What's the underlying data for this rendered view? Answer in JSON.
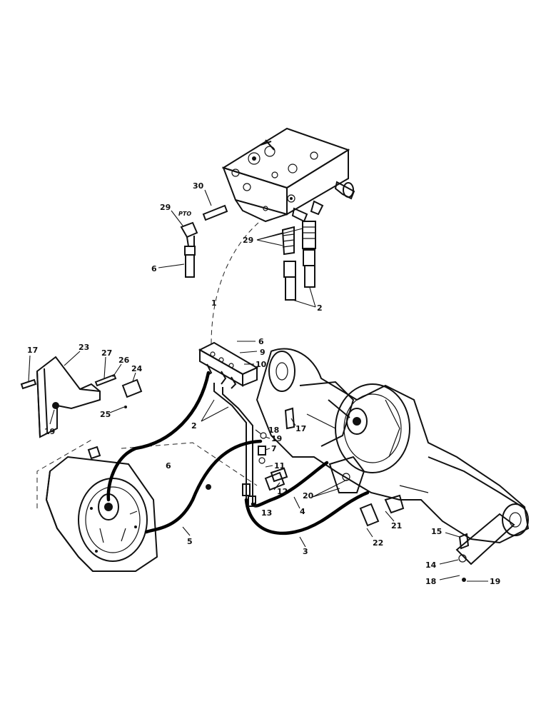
{
  "callouts": [
    {
      "id": "c30",
      "text": "30"
    },
    {
      "id": "c29a",
      "text": "29"
    },
    {
      "id": "cpto",
      "text": "PTO"
    },
    {
      "id": "c6a",
      "text": "6"
    },
    {
      "id": "c29b",
      "text": "29"
    },
    {
      "id": "c2a",
      "text": "2"
    },
    {
      "id": "c1",
      "text": "1"
    },
    {
      "id": "c6b",
      "text": "6"
    },
    {
      "id": "c9",
      "text": "9"
    },
    {
      "id": "c10",
      "text": "10"
    },
    {
      "id": "c17a",
      "text": "17"
    },
    {
      "id": "c23",
      "text": "23"
    },
    {
      "id": "c27",
      "text": "27"
    },
    {
      "id": "c26",
      "text": "26"
    },
    {
      "id": "c24",
      "text": "24"
    },
    {
      "id": "c25",
      "text": "25"
    },
    {
      "id": "c19a",
      "text": "19"
    },
    {
      "id": "c2b",
      "text": "2"
    },
    {
      "id": "c17b",
      "text": "17"
    },
    {
      "id": "c18a",
      "text": "18"
    },
    {
      "id": "c19b",
      "text": "19"
    },
    {
      "id": "c7",
      "text": "7"
    },
    {
      "id": "c6c",
      "text": "6"
    },
    {
      "id": "c11",
      "text": "11"
    },
    {
      "id": "c12",
      "text": "12"
    },
    {
      "id": "c13",
      "text": "13"
    },
    {
      "id": "c4",
      "text": "4"
    },
    {
      "id": "c20",
      "text": "20"
    },
    {
      "id": "c21",
      "text": "21"
    },
    {
      "id": "c5",
      "text": "5"
    },
    {
      "id": "c3",
      "text": "3"
    },
    {
      "id": "c22",
      "text": "22"
    },
    {
      "id": "c15",
      "text": "15"
    },
    {
      "id": "c14",
      "text": "14"
    },
    {
      "id": "c18b",
      "text": "18"
    },
    {
      "id": "c19c",
      "text": "19"
    }
  ]
}
